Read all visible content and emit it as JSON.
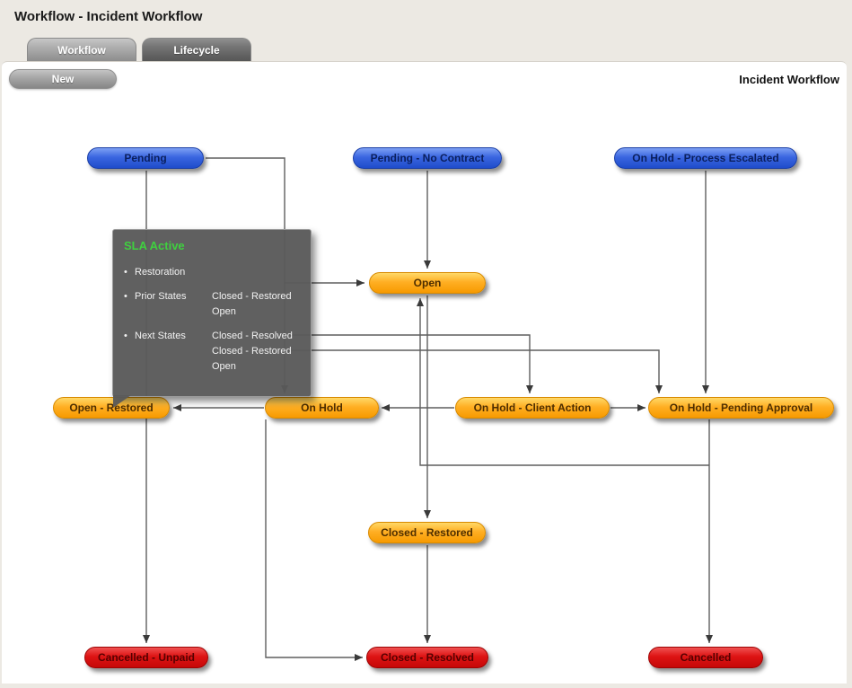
{
  "header": {
    "title": "Workflow - Incident Workflow"
  },
  "tabs": [
    {
      "label": "Workflow",
      "active": true
    },
    {
      "label": "Lifecycle",
      "active": false
    }
  ],
  "toolbar": {
    "new_label": "New",
    "context_label": "Incident Workflow"
  },
  "colors": {
    "blue_state": "#2b58d9",
    "orange_state": "#ffa81e",
    "red_state": "#d90f0f",
    "canvas": "#ffffff",
    "chrome": "#ece9e3",
    "tooltip_bg": "#5a5a5a",
    "tooltip_title": "#3fd03f",
    "connector": "#5f5f5f"
  },
  "nodes": [
    {
      "id": "pending",
      "label": "Pending",
      "status": "blue"
    },
    {
      "id": "pending-no-contract",
      "label": "Pending - No Contract",
      "status": "blue"
    },
    {
      "id": "on-hold-process-escalated",
      "label": "On Hold - Process Escalated",
      "status": "blue"
    },
    {
      "id": "open",
      "label": "Open",
      "status": "orange"
    },
    {
      "id": "open-restored",
      "label": "Open - Restored",
      "status": "orange"
    },
    {
      "id": "on-hold",
      "label": "On Hold",
      "status": "orange"
    },
    {
      "id": "on-hold-client-action",
      "label": "On Hold - Client Action",
      "status": "orange"
    },
    {
      "id": "on-hold-pending-approval",
      "label": "On Hold - Pending Approval",
      "status": "orange"
    },
    {
      "id": "closed-restored",
      "label": "Closed - Restored",
      "status": "orange"
    },
    {
      "id": "cancelled-unpaid",
      "label": "Cancelled - Unpaid",
      "status": "red"
    },
    {
      "id": "closed-resolved",
      "label": "Closed - Resolved",
      "status": "red"
    },
    {
      "id": "cancelled",
      "label": "Cancelled",
      "status": "red"
    }
  ],
  "tooltip": {
    "title": "SLA Active",
    "bullet": "•",
    "item1": "Restoration",
    "prior_label": "Prior States",
    "prior_values": [
      "Closed - Restored",
      "Open"
    ],
    "next_label": "Next States",
    "next_values": [
      "Closed - Resolved",
      "Closed - Restored",
      "Open"
    ]
  },
  "connections": [
    {
      "from": "pending",
      "to": "cancelled-unpaid"
    },
    {
      "from": "pending",
      "to": "on-hold"
    },
    {
      "from": "pending",
      "to": "open"
    },
    {
      "from": "pending-no-contract",
      "to": "open"
    },
    {
      "from": "on-hold-process-escalated",
      "to": "on-hold-pending-approval"
    },
    {
      "from": "open",
      "to": "closed-restored"
    },
    {
      "from": "closed-restored",
      "to": "closed-resolved"
    },
    {
      "from": "on-hold",
      "to": "open-restored"
    },
    {
      "from": "on-hold-client-action",
      "to": "on-hold"
    },
    {
      "from": "on-hold-client-action",
      "to": "on-hold-pending-approval"
    },
    {
      "from": "pending",
      "to": "on-hold-client-action"
    },
    {
      "from": "pending",
      "to": "on-hold-pending-approval"
    },
    {
      "from": "on-hold-pending-approval",
      "to": "cancelled"
    },
    {
      "from": "on-hold-pending-approval",
      "to": "open"
    },
    {
      "from": "on-hold",
      "to": "closed-resolved"
    }
  ]
}
